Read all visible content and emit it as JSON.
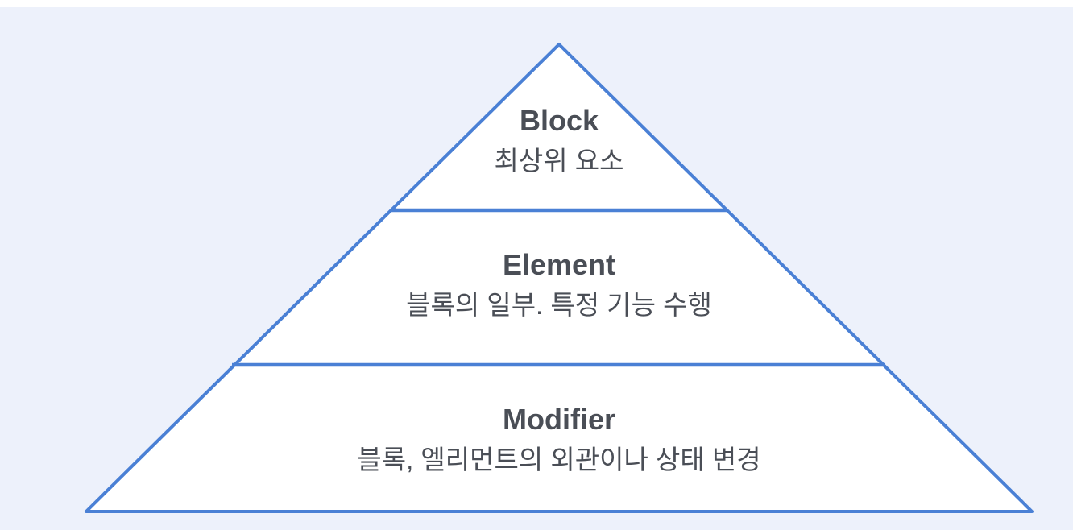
{
  "pyramid": {
    "tiers": [
      {
        "id": "block",
        "title": "Block",
        "subtitle": "최상위 요소"
      },
      {
        "id": "element",
        "title": "Element",
        "subtitle": "블록의 일부. 특정 기능 수행"
      },
      {
        "id": "modifier",
        "title": "Modifier",
        "subtitle": "블록, 엘리먼트의 외관이나 상태 변경"
      }
    ],
    "colors": {
      "outline": "#4a80d5",
      "fill": "#ffffff",
      "background": "#edf1fb",
      "top_strip": "#ffffff",
      "text": "#4a4e56"
    }
  }
}
